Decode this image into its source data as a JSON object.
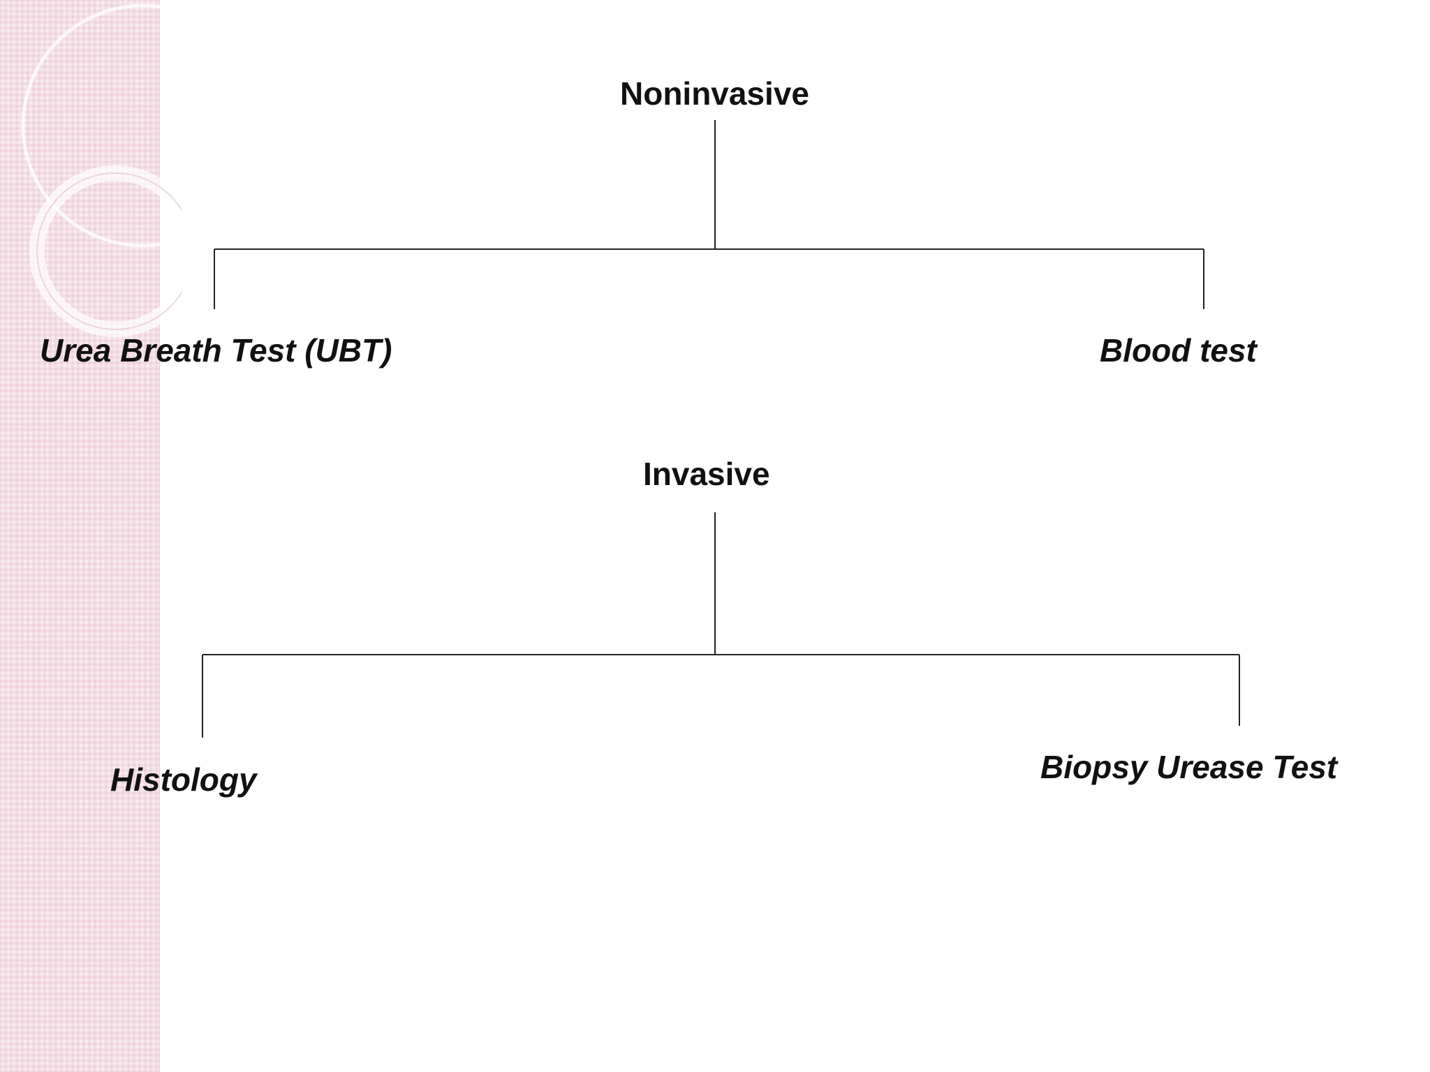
{
  "slide": {
    "background_color": "#ffffff",
    "band_color": "#f4dde6",
    "text_color": "#111111",
    "line_color": "#222222"
  },
  "tree": {
    "noninvasive": {
      "label": "Noninvasive",
      "children": [
        "Urea Breath Test (UBT)",
        "Blood test"
      ]
    },
    "invasive": {
      "label": "Invasive",
      "children": [
        "Histology",
        "Biopsy Urease Test"
      ]
    }
  }
}
